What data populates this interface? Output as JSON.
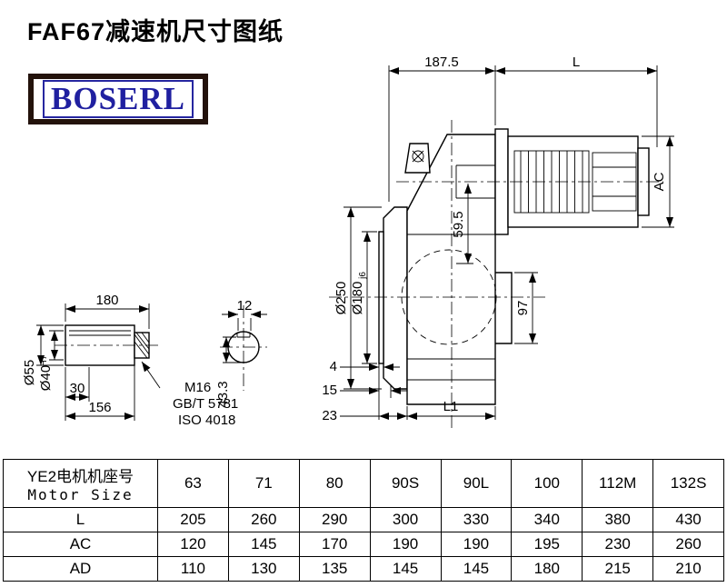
{
  "page": {
    "title": "FAF67减速机尺寸图纸",
    "logo_text": "BOSERL"
  },
  "drawing": {
    "labels": {
      "dim_187_5": "187.5",
      "dim_L": "L",
      "dim_AC": "AC",
      "dim_250": "Ø250",
      "dim_180": "Ø180",
      "dim_180_fit": "j6",
      "dim_59_5": "59.5",
      "dim_97": "97",
      "dim_4": "4",
      "dim_15": "15",
      "dim_23": "23",
      "dim_L1": "L1",
      "dim_43_3": "43.3",
      "dim_12": "12",
      "dim_len_180": "180",
      "dim_55": "Ø55",
      "dim_40": "Ø40",
      "dim_40_fit": "H7",
      "dim_30": "30",
      "dim_156": "156",
      "thread_label": "M16",
      "standard_gb": "GB/T 5781",
      "standard_iso": "ISO 4018"
    }
  },
  "table": {
    "row_header_line1": "YE2电机机座号",
    "row_header_line2": "Motor Size",
    "col_headers": [
      "63",
      "71",
      "80",
      "90S",
      "90L",
      "100",
      "112M",
      "132S"
    ],
    "rows": [
      {
        "label": "L",
        "values": [
          "205",
          "260",
          "290",
          "300",
          "330",
          "340",
          "380",
          "430"
        ]
      },
      {
        "label": "AC",
        "values": [
          "120",
          "145",
          "170",
          "190",
          "190",
          "195",
          "230",
          "260"
        ]
      },
      {
        "label": "AD",
        "values": [
          "110",
          "130",
          "135",
          "145",
          "145",
          "180",
          "215",
          "210"
        ]
      }
    ]
  }
}
